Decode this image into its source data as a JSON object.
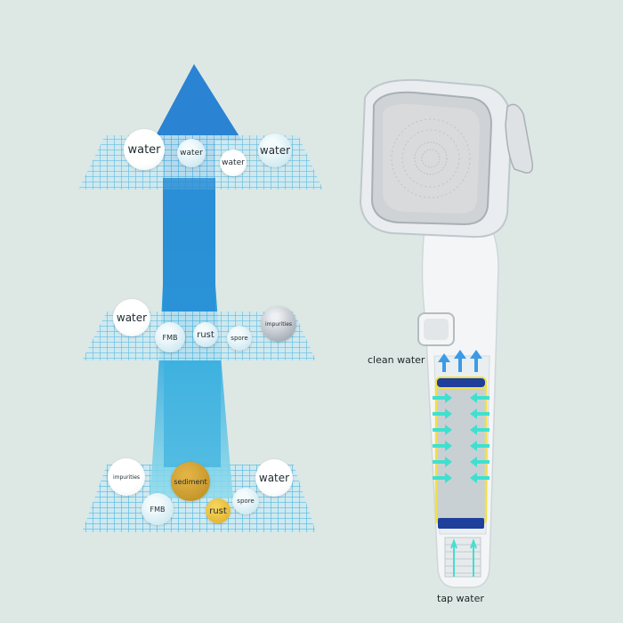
{
  "colors": {
    "background": "#dde8e4",
    "arrow_top": "#2a83d3",
    "arrow_bottom": "#7fd6ea",
    "grid": "#4fb6e0",
    "flow_arrows": "#3fe0d0",
    "clean_arrows": "#3b9be6",
    "filter_outline": "#f0e04a",
    "filter_cap": "#1e3f9a"
  },
  "filtration_layers": [
    {
      "name": "top-layer",
      "bubbles": [
        {
          "text": "water",
          "style": "white"
        },
        {
          "text": "water",
          "style": "blue"
        },
        {
          "text": "water",
          "style": "white"
        },
        {
          "text": "water",
          "style": "blue"
        }
      ]
    },
    {
      "name": "middle-layer",
      "bubbles": [
        {
          "text": "water",
          "style": "white"
        },
        {
          "text": "FMB",
          "style": "blue"
        },
        {
          "text": "rust",
          "style": "blue"
        },
        {
          "text": "spore",
          "style": "blue"
        },
        {
          "text": "impurities",
          "style": "gray"
        }
      ]
    },
    {
      "name": "bottom-layer",
      "bubbles": [
        {
          "text": "impurities",
          "style": "white"
        },
        {
          "text": "sediment",
          "style": "gold"
        },
        {
          "text": "water",
          "style": "white"
        },
        {
          "text": "FMB",
          "style": "blue"
        },
        {
          "text": "rust",
          "style": "yellow"
        },
        {
          "text": "spore",
          "style": "blue"
        }
      ]
    }
  ],
  "product": {
    "labels": {
      "clean_water": "clean water",
      "tap_water": "tap water"
    }
  }
}
